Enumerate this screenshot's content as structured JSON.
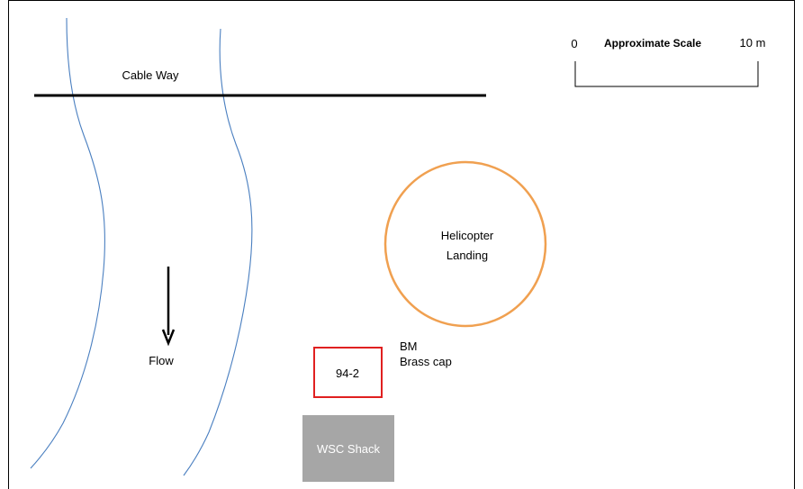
{
  "scale": {
    "start": "0",
    "title": "Approximate Scale",
    "end": "10 m"
  },
  "cableway": {
    "label": "Cable Way"
  },
  "flow": {
    "label": "Flow"
  },
  "helipad": {
    "line1": "Helicopter",
    "line2": "Landing",
    "color": "#F0A050"
  },
  "benchmark": {
    "id": "94-2",
    "line1": "BM",
    "line2": "Brass cap",
    "color": "#E02020"
  },
  "shack": {
    "label": "WSC Shack",
    "color": "#A6A6A6"
  },
  "river": {
    "color": "#4A7FC0"
  }
}
